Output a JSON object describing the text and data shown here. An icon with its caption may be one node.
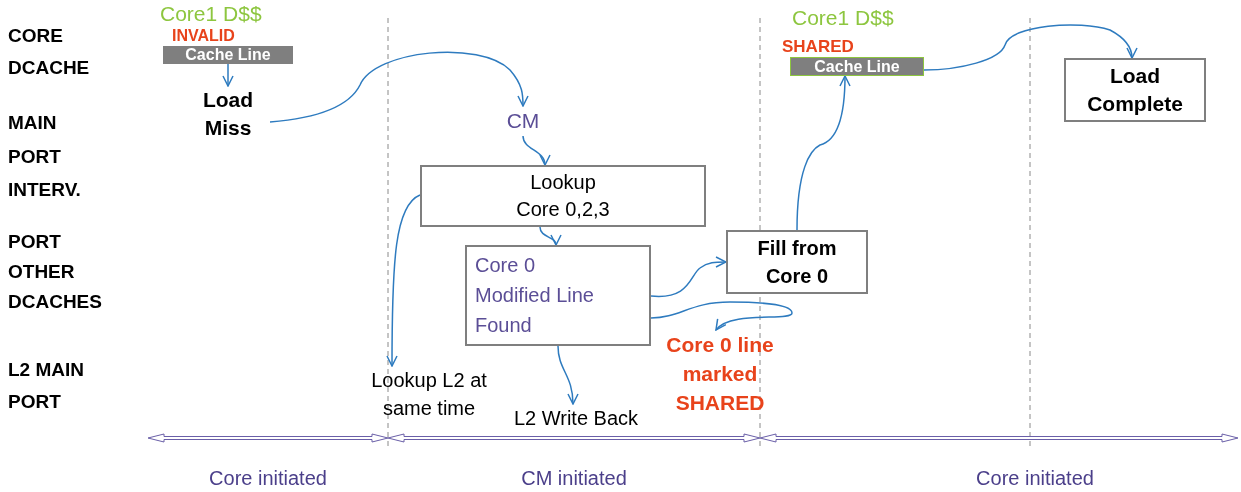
{
  "diagram": {
    "nodes": [
      {
        "text": [
          "Cache Line"
        ],
        "beside": [
          "Core1 D$$",
          "INVALID"
        ]
      },
      {
        "text": [
          "Load Miss"
        ]
      },
      {
        "text": [
          "CM"
        ]
      },
      {
        "text": [
          "Lookup Core 0,2,3"
        ]
      },
      {
        "text": [
          "Core 0 Modified Line Found"
        ]
      },
      {
        "text": [
          "Lookup L2 at same time"
        ]
      },
      {
        "text": [
          "L2 Write Back"
        ]
      },
      {
        "text": [
          "Fill from Core 0"
        ]
      },
      {
        "text": [
          "Core 0 line marked SHARED"
        ]
      },
      {
        "text": [
          "Cache Line"
        ],
        "beside": [
          "Core1 D$$",
          "SHARED"
        ]
      },
      {
        "text": [
          "Load Complete"
        ]
      }
    ],
    "edges": [
      {
        "from": 0,
        "to": 1,
        "arrow": "to"
      },
      {
        "from": 1,
        "to": 2,
        "arrow": "to"
      },
      {
        "from": 2,
        "to": 3,
        "arrow": "to"
      },
      {
        "from": 3,
        "to": 5,
        "arrow": "to"
      },
      {
        "from": 3,
        "to": 4,
        "arrow": "to"
      },
      {
        "from": 4,
        "to": 6,
        "arrow": "to"
      },
      {
        "from": 4,
        "to": 7,
        "arrow": "to"
      },
      {
        "from": 4,
        "to": 8,
        "arrow": "to"
      },
      {
        "from": 7,
        "to": 9,
        "arrow": "to"
      },
      {
        "from": 9,
        "to": 10,
        "arrow": "to"
      }
    ],
    "labels": [
      "CORE DCACHE",
      "MAIN PORT",
      "INTERV. PORT",
      "OTHER DCACHES",
      "L2 MAIN PORT",
      "Core initiated",
      "CM initiated",
      "Core initiated"
    ]
  }
}
